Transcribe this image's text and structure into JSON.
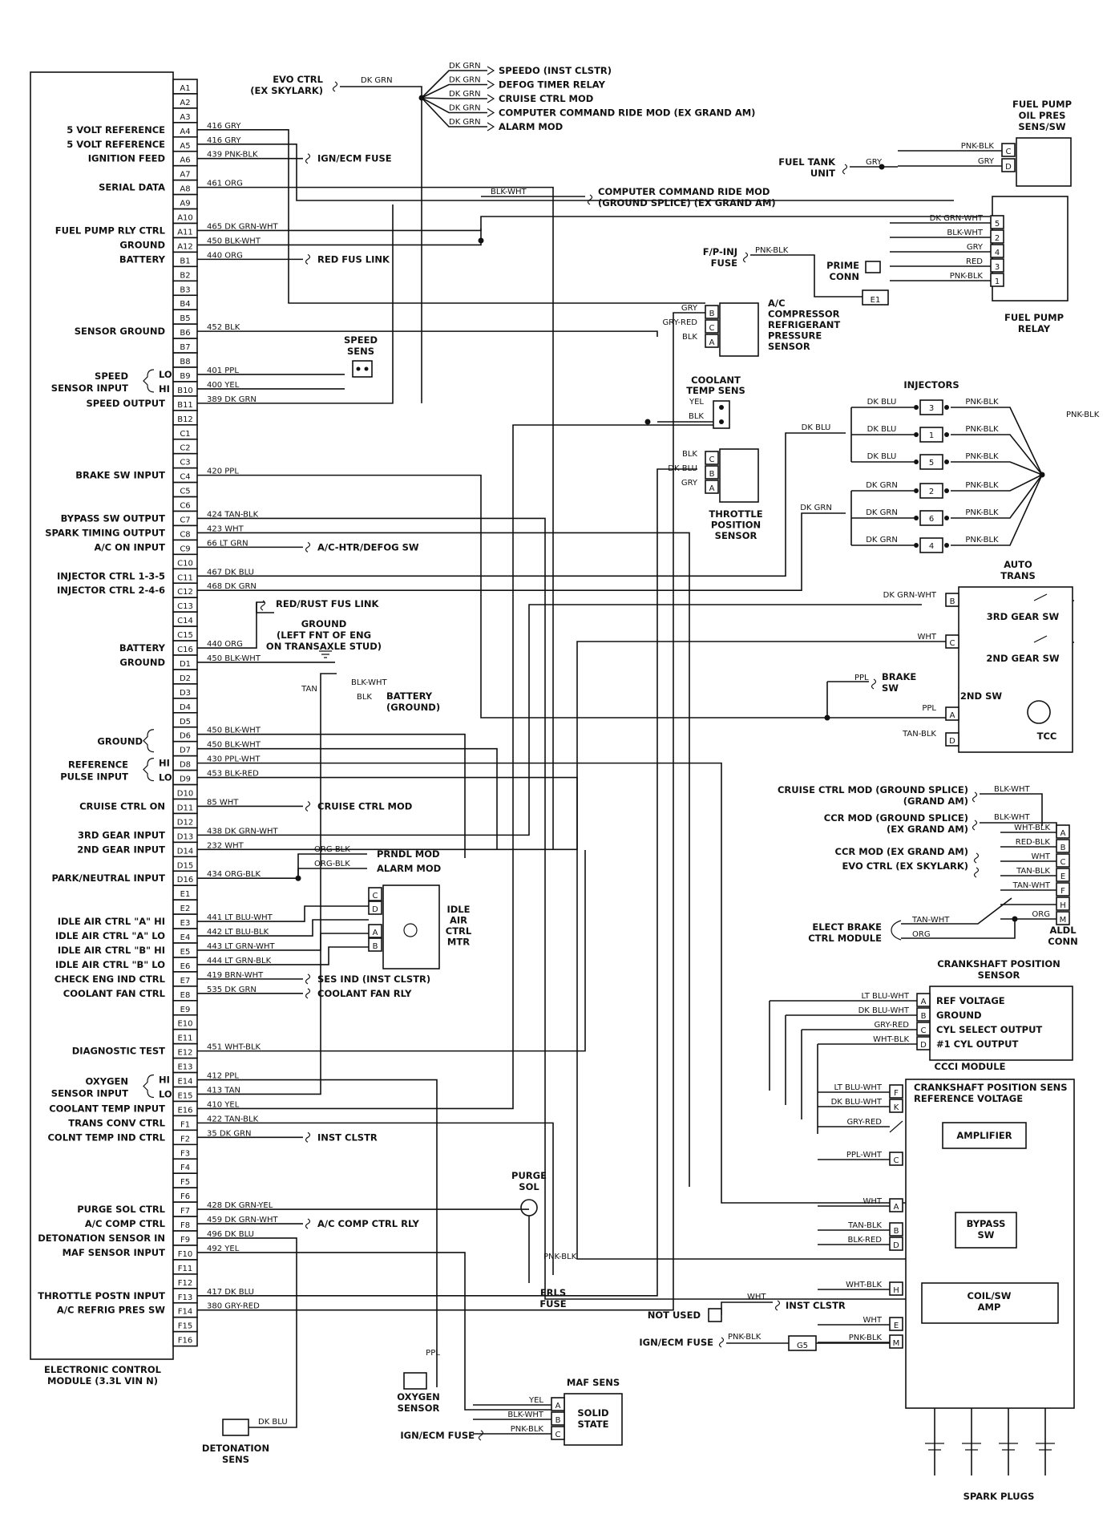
{
  "ecm": {
    "title_line1": "ELECTRONIC CONTROL",
    "title_line2": "MODULE (3.3L VIN N)",
    "pins": [
      "A1",
      "A2",
      "A3",
      "A4",
      "A5",
      "A6",
      "A7",
      "A8",
      "A9",
      "A10",
      "A11",
      "A12",
      "B1",
      "B2",
      "B3",
      "B4",
      "B5",
      "B6",
      "B7",
      "B8",
      "B9",
      "B10",
      "B11",
      "B12",
      "C1",
      "C2",
      "C3",
      "C4",
      "C5",
      "C6",
      "C7",
      "C8",
      "C9",
      "C10",
      "C11",
      "C12",
      "C13",
      "C14",
      "C15",
      "C16",
      "D1",
      "D2",
      "D3",
      "D4",
      "D5",
      "D6",
      "D7",
      "D8",
      "D9",
      "D10",
      "D11",
      "D12",
      "D13",
      "D14",
      "D15",
      "D16",
      "E1",
      "E2",
      "E3",
      "E4",
      "E5",
      "E6",
      "E7",
      "E8",
      "E9",
      "E10",
      "E11",
      "E12",
      "E13",
      "E14",
      "E15",
      "E16",
      "F1",
      "F2",
      "F3",
      "F4",
      "F5",
      "F6",
      "F7",
      "F8",
      "F9",
      "F10",
      "F11",
      "F12",
      "F13",
      "F14",
      "F15",
      "F16"
    ],
    "labels": [
      {
        "pin": "A4",
        "text": "5 VOLT REFERENCE"
      },
      {
        "pin": "A5",
        "text": "5 VOLT REFERENCE"
      },
      {
        "pin": "A6",
        "text": "IGNITION FEED"
      },
      {
        "pin": "A8",
        "text": "SERIAL DATA"
      },
      {
        "pin": "A11",
        "text": "FUEL PUMP RLY CTRL"
      },
      {
        "pin": "A12",
        "text": "GROUND"
      },
      {
        "pin": "B1",
        "text": "BATTERY"
      },
      {
        "pin": "B6",
        "text": "SENSOR GROUND"
      },
      {
        "pin": "B11",
        "text": "SPEED OUTPUT"
      },
      {
        "pin": "C4",
        "text": "BRAKE SW INPUT"
      },
      {
        "pin": "C7",
        "text": "BYPASS SW OUTPUT"
      },
      {
        "pin": "C8",
        "text": "SPARK TIMING OUTPUT"
      },
      {
        "pin": "C9",
        "text": "A/C ON INPUT"
      },
      {
        "pin": "C11",
        "text": "INJECTOR CTRL 1-3-5"
      },
      {
        "pin": "C12",
        "text": "INJECTOR CTRL 2-4-6"
      },
      {
        "pin": "C16",
        "text": "BATTERY"
      },
      {
        "pin": "D1",
        "text": "GROUND"
      },
      {
        "pin": "D11",
        "text": "CRUISE CTRL ON"
      },
      {
        "pin": "D13",
        "text": "3RD GEAR INPUT"
      },
      {
        "pin": "D14",
        "text": "2ND GEAR INPUT"
      },
      {
        "pin": "D16",
        "text": "PARK/NEUTRAL INPUT"
      },
      {
        "pin": "E3",
        "text": "IDLE AIR CTRL \"A\" HI"
      },
      {
        "pin": "E4",
        "text": "IDLE AIR CTRL \"A\" LO"
      },
      {
        "pin": "E5",
        "text": "IDLE AIR CTRL \"B\" HI"
      },
      {
        "pin": "E6",
        "text": "IDLE AIR CTRL \"B\" LO"
      },
      {
        "pin": "E7",
        "text": "CHECK ENG IND CTRL"
      },
      {
        "pin": "E8",
        "text": "COOLANT FAN CTRL"
      },
      {
        "pin": "E12",
        "text": "DIAGNOSTIC TEST"
      },
      {
        "pin": "E16",
        "text": "COOLANT TEMP INPUT"
      },
      {
        "pin": "F1",
        "text": "TRANS CONV CTRL"
      },
      {
        "pin": "F2",
        "text": "COLNT TEMP IND CTRL"
      },
      {
        "pin": "F7",
        "text": "PURGE SOL CTRL"
      },
      {
        "pin": "F8",
        "text": "A/C COMP CTRL"
      },
      {
        "pin": "F9",
        "text": "DETONATION SENSOR IN"
      },
      {
        "pin": "F10",
        "text": "MAF SENSOR INPUT"
      },
      {
        "pin": "F13",
        "text": "THROTTLE POSTN INPUT"
      },
      {
        "pin": "F14",
        "text": "A/C REFRIG PRES SW"
      }
    ],
    "brace_labels": [
      {
        "pins": [
          "B9",
          "B10"
        ],
        "main1": "SPEED",
        "main2": "SENSOR INPUT",
        "sub": [
          "LO",
          "HI"
        ]
      },
      {
        "pins": [
          "D6",
          "D7"
        ],
        "main1": "GROUND",
        "main2": "",
        "sub": []
      },
      {
        "pins": [
          "D8",
          "D9"
        ],
        "main1": "REFERENCE",
        "main2": "PULSE INPUT",
        "sub": [
          "HI",
          "LO"
        ]
      },
      {
        "pins": [
          "E14",
          "E15"
        ],
        "main1": "OXYGEN",
        "main2": "SENSOR INPUT",
        "sub": [
          "HI",
          "LO"
        ]
      }
    ]
  },
  "wires": [
    {
      "pin": "A4",
      "text": "416 GRY"
    },
    {
      "pin": "A5",
      "text": "416 GRY"
    },
    {
      "pin": "A6",
      "text": "439 PNK-BLK"
    },
    {
      "pin": "A8",
      "text": "461 ORG"
    },
    {
      "pin": "A11",
      "text": "465 DK GRN-WHT"
    },
    {
      "pin": "A12",
      "text": "450 BLK-WHT"
    },
    {
      "pin": "B1",
      "text": "440 ORG"
    },
    {
      "pin": "B6",
      "text": "452 BLK"
    },
    {
      "pin": "B9",
      "text": "401 PPL"
    },
    {
      "pin": "B10",
      "text": "400 YEL"
    },
    {
      "pin": "B11",
      "text": "389 DK GRN"
    },
    {
      "pin": "C4",
      "text": "420 PPL"
    },
    {
      "pin": "C7",
      "text": "424 TAN-BLK"
    },
    {
      "pin": "C8",
      "text": "423 WHT"
    },
    {
      "pin": "C9",
      "text": "66 LT GRN"
    },
    {
      "pin": "C11",
      "text": "467 DK BLU"
    },
    {
      "pin": "C12",
      "text": "468 DK GRN"
    },
    {
      "pin": "C16",
      "text": "440 ORG"
    },
    {
      "pin": "D1",
      "text": "450 BLK-WHT"
    },
    {
      "pin": "D6",
      "text": "450 BLK-WHT"
    },
    {
      "pin": "D7",
      "text": "450 BLK-WHT"
    },
    {
      "pin": "D8",
      "text": "430 PPL-WHT"
    },
    {
      "pin": "D9",
      "text": "453 BLK-RED"
    },
    {
      "pin": "D11",
      "text": "85 WHT"
    },
    {
      "pin": "D13",
      "text": "438 DK GRN-WHT"
    },
    {
      "pin": "D14",
      "text": "232 WHT"
    },
    {
      "pin": "D16",
      "text": "434 ORG-BLK"
    },
    {
      "pin": "E3",
      "text": "441 LT BLU-WHT"
    },
    {
      "pin": "E4",
      "text": "442 LT BLU-BLK"
    },
    {
      "pin": "E5",
      "text": "443 LT GRN-WHT"
    },
    {
      "pin": "E6",
      "text": "444 LT GRN-BLK"
    },
    {
      "pin": "E7",
      "text": "419 BRN-WHT"
    },
    {
      "pin": "E8",
      "text": "535 DK GRN"
    },
    {
      "pin": "E12",
      "text": "451 WHT-BLK"
    },
    {
      "pin": "E14",
      "text": "412 PPL"
    },
    {
      "pin": "E15",
      "text": "413 TAN"
    },
    {
      "pin": "E16",
      "text": "410 YEL"
    },
    {
      "pin": "F1",
      "text": "422 TAN-BLK"
    },
    {
      "pin": "F2",
      "text": "35 DK GRN"
    },
    {
      "pin": "F7",
      "text": "428 DK GRN-YEL"
    },
    {
      "pin": "F8",
      "text": "459 DK GRN-WHT"
    },
    {
      "pin": "F9",
      "text": "496 DK BLU"
    },
    {
      "pin": "F10",
      "text": "492 YEL"
    },
    {
      "pin": "F13",
      "text": "417 DK BLU"
    },
    {
      "pin": "F14",
      "text": "380 GRY-RED"
    }
  ],
  "ecm_destinations": [
    {
      "pin": "A6",
      "text": "IGN/ECM FUSE"
    },
    {
      "pin": "B1",
      "text": "RED FUS LINK"
    },
    {
      "pin": "C9",
      "text": "A/C-HTR/DEFOG SW"
    },
    {
      "pin": "D11",
      "text": "CRUISE CTRL MOD"
    },
    {
      "pin": "E7",
      "text": "SES IND (INST CLSTR)"
    },
    {
      "pin": "E8",
      "text": "COOLANT FAN RLY"
    },
    {
      "pin": "F2",
      "text": "INST CLSTR"
    },
    {
      "pin": "F8",
      "text": "A/C COMP CTRL RLY"
    }
  ],
  "evo": {
    "label1": "EVO CTRL",
    "label2": "(EX SKYLARK)",
    "wire": "DK GRN",
    "branches": [
      {
        "wire": "DK GRN",
        "dest": "SPEEDO (INST CLSTR)"
      },
      {
        "wire": "DK GRN",
        "dest": "DEFOG TIMER RELAY"
      },
      {
        "wire": "DK GRN",
        "dest": "CRUISE CTRL MOD"
      },
      {
        "wire": "DK GRN",
        "dest": "COMPUTER COMMAND RIDE MOD (EX GRAND AM)"
      },
      {
        "wire": "DK GRN",
        "dest": "ALARM MOD"
      }
    ]
  },
  "ccr_ground": {
    "wire": "BLK-WHT",
    "line1": "COMPUTER COMMAND RIDE MOD",
    "line2": "(GROUND SPLICE) (EX GRAND AM)"
  },
  "fuel_pump": {
    "pres_title1": "FUEL PUMP",
    "pres_title2": "OIL PRES",
    "pres_title3": "SENS/SW",
    "tank1": "FUEL TANK",
    "tank2": "UNIT",
    "tank_wire": "GRY",
    "pres_wires": [
      {
        "wire": "PNK-BLK",
        "pin": "C"
      },
      {
        "wire": "GRY",
        "pin": "D"
      }
    ],
    "relay_wires": [
      {
        "wire": "DK GRN-WHT",
        "pin": "5"
      },
      {
        "wire": "BLK-WHT",
        "pin": "2"
      },
      {
        "wire": "GRY",
        "pin": "4"
      },
      {
        "wire": "RED",
        "pin": "3"
      },
      {
        "wire": "PNK-BLK",
        "pin": "1"
      }
    ],
    "relay_title1": "FUEL PUMP",
    "relay_title2": "RELAY",
    "fpinj1": "F/P-INJ",
    "fpinj2": "FUSE",
    "fpinj_wire": "PNK-BLK",
    "prime1": "PRIME",
    "prime2": "CONN",
    "e1": "E1",
    "vertical_wire": "PNK-BLK"
  },
  "ac_sensor": {
    "title": [
      "A/C",
      "COMPRESSOR",
      "REFRIGERANT",
      "PRESSURE",
      "SENSOR"
    ],
    "pins": [
      {
        "wire": "GRY",
        "pin": "B"
      },
      {
        "wire": "GRY-RED",
        "pin": "C"
      },
      {
        "wire": "BLK",
        "pin": "A"
      }
    ]
  },
  "coolant_sens": {
    "title1": "COOLANT",
    "title2": "TEMP SENS",
    "wires": [
      "YEL",
      "BLK"
    ]
  },
  "tps": {
    "title": [
      "THROTTLE",
      "POSITION",
      "SENSOR"
    ],
    "pins": [
      {
        "wire": "BLK",
        "pin": "C"
      },
      {
        "wire": "DK BLU",
        "pin": "B"
      },
      {
        "wire": "GRY",
        "pin": "A"
      }
    ]
  },
  "speed_sens": {
    "title1": "SPEED",
    "title2": "SENS"
  },
  "injectors": {
    "title": "INJECTORS",
    "feed_blu": "DK BLU",
    "feed_grn": "DK GRN",
    "items": [
      {
        "wire": "DK BLU",
        "num": "3",
        "out": "PNK-BLK"
      },
      {
        "wire": "DK BLU",
        "num": "1",
        "out": "PNK-BLK"
      },
      {
        "wire": "DK BLU",
        "num": "5",
        "out": "PNK-BLK"
      },
      {
        "wire": "DK GRN",
        "num": "2",
        "out": "PNK-BLK"
      },
      {
        "wire": "DK GRN",
        "num": "6",
        "out": "PNK-BLK"
      },
      {
        "wire": "DK GRN",
        "num": "4",
        "out": "PNK-BLK"
      }
    ],
    "vert_wire": "PNK-BLK"
  },
  "auto_trans": {
    "title1": "AUTO",
    "title2": "TRANS",
    "rows": [
      {
        "wire": "DK GRN-WHT",
        "pin": "B",
        "sw": "3RD GEAR SW"
      },
      {
        "wire": "WHT",
        "pin": "C",
        "sw": "2ND GEAR SW"
      },
      {
        "wire": "PPL",
        "pin": "A",
        "sw": "2ND SW"
      },
      {
        "wire": "TAN-BLK",
        "pin": "D",
        "sw": "TCC"
      }
    ],
    "brake_wire": "PPL",
    "brake1": "BRAKE",
    "brake2": "SW"
  },
  "ecm_misc": {
    "red_rust": "RED/RUST FUS LINK",
    "ground1": "GROUND",
    "ground2": "(LEFT FNT OF ENG",
    "ground3": "ON TRANSAXLE STUD)",
    "tan": "TAN",
    "blk_wht": "BLK-WHT",
    "blk": "BLK",
    "battery1": "BATTERY",
    "battery2": "(GROUND)",
    "prndl_wire": "ORG-BLK",
    "prndl": "PRNDL MOD",
    "alarm_wire": "ORG-BLK",
    "alarm": "ALARM MOD"
  },
  "iac": {
    "title": [
      "IDLE",
      "AIR",
      "CTRL",
      "MTR"
    ],
    "pins": [
      "C",
      "D",
      "A",
      "B"
    ]
  },
  "aldl": {
    "title1": "ALDL",
    "title2": "CONN",
    "rows": [
      {
        "left1": "CRUISE CTRL MOD (GROUND SPLICE)",
        "left2": "(GRAND AM)",
        "wire": "BLK-WHT",
        "pin": ""
      },
      {
        "left1": "CCR MOD (GROUND SPLICE)",
        "left2": "(EX GRAND AM)",
        "wire": "BLK-WHT",
        "pin": ""
      }
    ],
    "pins": [
      {
        "wire": "WHT-BLK",
        "pin": "A"
      },
      {
        "wire": "RED-BLK",
        "pin": "B"
      },
      {
        "wire": "WHT",
        "pin": "C"
      },
      {
        "wire": "TAN-BLK",
        "pin": "E"
      },
      {
        "wire": "TAN-WHT",
        "pin": "F"
      },
      {
        "wire": "",
        "pin": "H"
      },
      {
        "wire": "ORG",
        "pin": "M"
      }
    ],
    "ccr_ex": "CCR MOD (EX GRAND AM)",
    "evo_ex": "EVO CTRL (EX SKYLARK)",
    "brake1": "ELECT BRAKE",
    "brake2": "CTRL MODULE",
    "brake_wire1": "TAN-WHT",
    "brake_wire2": "ORG"
  },
  "crank": {
    "title1": "CRANKSHAFT POSITION",
    "title2": "SENSOR",
    "rows": [
      {
        "wire": "LT BLU-WHT",
        "pin": "A",
        "desc": "REF VOLTAGE"
      },
      {
        "wire": "DK BLU-WHT",
        "pin": "B",
        "desc": "GROUND"
      },
      {
        "wire": "GRY-RED",
        "pin": "C",
        "desc": "CYL SELECT OUTPUT"
      },
      {
        "wire": "WHT-BLK",
        "pin": "D",
        "desc": "#1 CYL OUTPUT"
      }
    ]
  },
  "ccci": {
    "title": "CCCI MODULE",
    "desc1": "CRANKSHAFT POSITION SENS",
    "desc2": "REFERENCE VOLTAGE",
    "amplifier": "AMPLIFIER",
    "bypass1": "BYPASS",
    "bypass2": "SW",
    "coil1": "COIL/SW",
    "coil2": "AMP",
    "rows": [
      {
        "wire": "LT BLU-WHT",
        "pin": "F"
      },
      {
        "wire": "DK BLU-WHT",
        "pin": "K"
      },
      {
        "wire": "GRY-RED",
        "pin": ""
      },
      {
        "wire": "PPL-WHT",
        "pin": "C"
      },
      {
        "wire": "WHT",
        "pin": "A"
      },
      {
        "wire": "TAN-BLK",
        "pin": "B"
      },
      {
        "wire": "BLK-RED",
        "pin": "D"
      },
      {
        "wire": "WHT-BLK",
        "pin": "H"
      },
      {
        "wire": "WHT",
        "pin": "E"
      },
      {
        "wire": "PNK-BLK",
        "pin": "M"
      }
    ],
    "not_used": "NOT USED",
    "inst_wire": "WHT",
    "inst": "INST CLSTR",
    "ign1": "IGN/ECM FUSE",
    "ign_wire1": "PNK-BLK",
    "g5": "G5",
    "spark": "SPARK PLUGS"
  },
  "purge": {
    "title1": "PURGE",
    "title2": "SOL",
    "wire": "PNK-BLK",
    "erls1": "ERLS",
    "erls2": "FUSE"
  },
  "oxygen": {
    "wire": "PPL",
    "title1": "OXYGEN",
    "title2": "SENSOR"
  },
  "detonation": {
    "wire": "DK BLU",
    "title1": "DETONATION",
    "title2": "SENS"
  },
  "maf": {
    "title": "MAF SENS",
    "rows": [
      {
        "wire": "YEL",
        "pin": "A"
      },
      {
        "wire": "BLK-WHT",
        "pin": "B"
      },
      {
        "wire": "PNK-BLK",
        "pin": "C"
      }
    ],
    "inner1": "SOLID",
    "inner2": "STATE",
    "ign": "IGN/ECM FUSE"
  }
}
